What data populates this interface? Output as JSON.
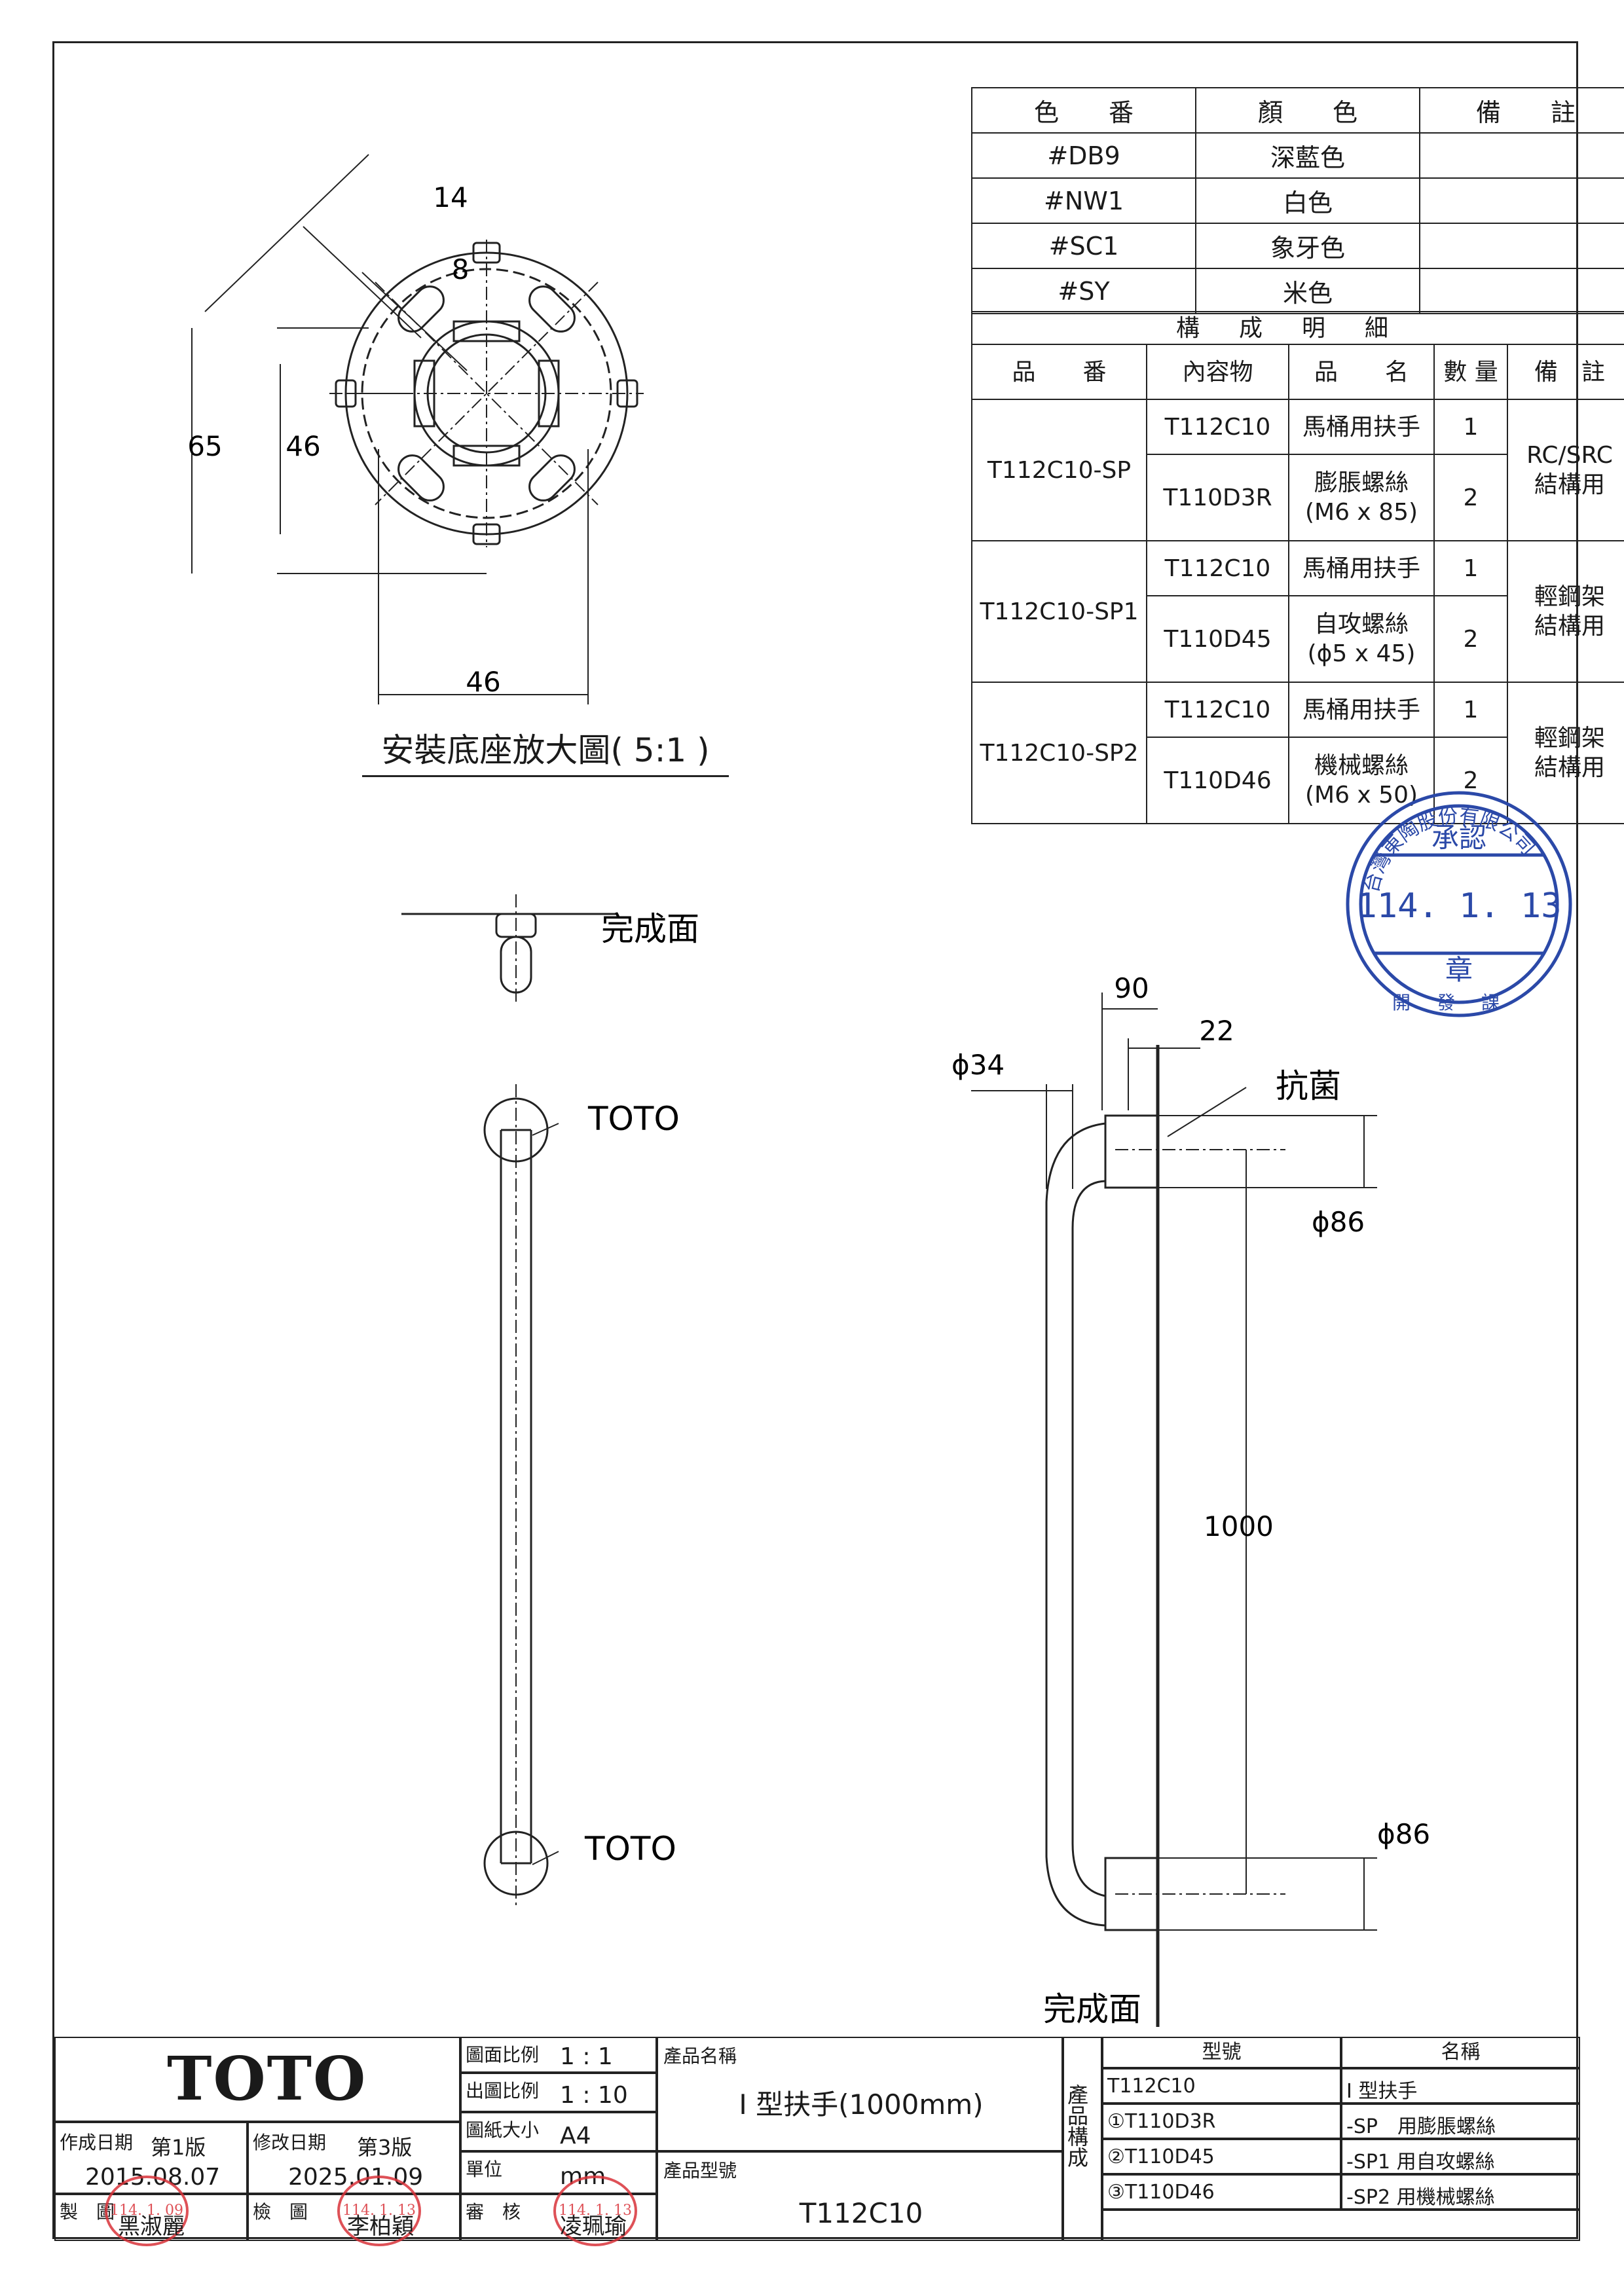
{
  "color_table": {
    "headers": [
      "色　　番",
      "顏　　色",
      "備　　註"
    ],
    "rows": [
      {
        "code": "#DB9",
        "color": "深藍色",
        "note": ""
      },
      {
        "code": "#NW1",
        "color": "白色",
        "note": ""
      },
      {
        "code": "#SC1",
        "color": "象牙色",
        "note": ""
      },
      {
        "code": "#SY",
        "color": "米色",
        "note": ""
      }
    ]
  },
  "composition": {
    "title": "構成明細",
    "headers": [
      "品　　番",
      "內容物",
      "品　　名",
      "數 量",
      "備　註"
    ],
    "groups": [
      {
        "model": "T112C10-SP",
        "note": "RC/SRC\n結構用",
        "items": [
          {
            "part": "T112C10",
            "name": "馬桶用扶手",
            "qty": "1"
          },
          {
            "part": "T110D3R",
            "name": "膨脹螺絲\n(M6 x 85)",
            "qty": "2"
          }
        ]
      },
      {
        "model": "T112C10-SP1",
        "note": "輕鋼架\n結構用",
        "items": [
          {
            "part": "T112C10",
            "name": "馬桶用扶手",
            "qty": "1"
          },
          {
            "part": "T110D45",
            "name": "自攻螺絲\n(ϕ5 x 45)",
            "qty": "2"
          }
        ]
      },
      {
        "model": "T112C10-SP2",
        "note": "輕鋼架\n結構用",
        "items": [
          {
            "part": "T112C10",
            "name": "馬桶用扶手",
            "qty": "1"
          },
          {
            "part": "T110D46",
            "name": "機械螺絲\n(M6 x 50)",
            "qty": "2"
          }
        ]
      }
    ]
  },
  "approval_stamp": {
    "company": "台灣東陶股份有限公司",
    "word_top": "承認",
    "date": "114. 1. 13",
    "word_bottom": "章",
    "dept": "開發課"
  },
  "base_detail": {
    "caption": "安裝底座放大圖( 5:1 )",
    "dims": {
      "d14": "14",
      "d8": "8",
      "d65": "65",
      "d46_v": "46",
      "d46_h": "46"
    }
  },
  "front_view": {
    "finish_label": "完成面",
    "logo_top": "TOTO",
    "logo_bottom": "TOTO"
  },
  "side_view": {
    "dims": {
      "d90": "90",
      "d22": "22",
      "d34": "ϕ34",
      "antibac": "抗菌",
      "d86_top": "ϕ86",
      "d1000": "1000",
      "d86_bottom": "ϕ86"
    },
    "finish_label": "完成面"
  },
  "title_block": {
    "brand": "TOTO",
    "created_label": "作成日期",
    "created_ver": "第1版",
    "created_date": "2015.08.07",
    "revised_label": "修改日期",
    "revised_ver": "第3版",
    "revised_date": "2025.01.09",
    "drawn_label": "製　圖",
    "drawn_by": "黑淑麗",
    "drawn_stamp": "114. 1. 09",
    "checked_label": "檢　圖",
    "checked_by": "李柏穎",
    "checked_stamp": "114. 1. 13",
    "approved_label": "審　核",
    "approved_by": "凌珮瑜",
    "approved_stamp": "114. 1. 13",
    "scale_label": "圖面比例",
    "scale_value": "1 : 1",
    "print_scale_label": "出圖比例",
    "print_scale_value": "1 : 10",
    "paper_label": "圖紙大小",
    "paper_value": "A4",
    "unit_label": "單位",
    "unit_value": "mm",
    "product_name_label": "產品名稱",
    "product_name": "I 型扶手(1000mm)",
    "product_model_label": "產品型號",
    "product_model": "T112C10",
    "composition_label": "產品構成",
    "model_header": "型號",
    "name_header": "名稱",
    "parts": [
      {
        "model": "T112C10",
        "name": "I 型扶手"
      },
      {
        "model": "①T110D3R",
        "name": "-SP　用膨脹螺絲"
      },
      {
        "model": "②T110D45",
        "name": "-SP1 用自攻螺絲"
      },
      {
        "model": "③T110D46",
        "name": "-SP2 用機械螺絲"
      }
    ]
  }
}
